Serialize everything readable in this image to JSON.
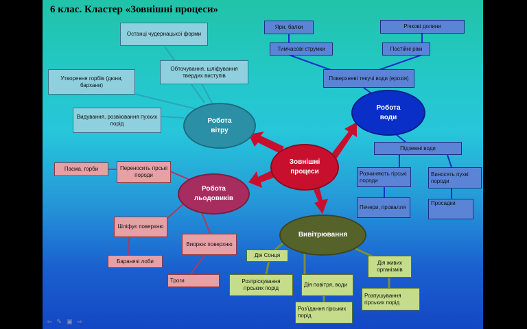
{
  "slide": {
    "title": "6 клас. Кластер «Зовнішні процеси»"
  },
  "center": {
    "label": "Зовнішні\nпроцеси"
  },
  "wind": {
    "label": "Робота\nвітру",
    "items": [
      "Останці чудернацької форми",
      "Обточування, шліфування твердих виступів",
      "Утворення горбів (дюни, бархани)",
      "Видування, розвіювання пухких порід"
    ]
  },
  "water": {
    "label": "Робота\nводи",
    "items": [
      "Яри, балки",
      "Річкові долини",
      "Тимчасові струмки",
      "Постійні ріки",
      "Поверхневі текучі води (ерозія)",
      "Підземні води",
      "Розчиняють гірські породи",
      "Виносять пухкі породи",
      "Печери, провалля",
      "Просадки"
    ]
  },
  "glacier": {
    "label": "Робота\nльодовиків",
    "items": [
      "Пасма, горби",
      "Переносить гірські породи",
      "Шліфує поверхню",
      "Виорює поверхню",
      "Баранячі лоби",
      "Троги"
    ]
  },
  "weathering": {
    "label": "Вивітрювання",
    "items": [
      "Дія Сонця",
      "Дія живих організмів",
      "Розтріскування гірських порід",
      "Дія повітря, води",
      "Розпушування гірських порід",
      "Роз'їдання гірських порід"
    ]
  },
  "colors": {
    "center": "#c8102e",
    "wind": "#2b8fa6",
    "water": "#0a2ec8",
    "glacier": "#a62d5e",
    "weathering": "#55622a",
    "arrow": "#c8102e"
  },
  "controls": [
    "prev-icon",
    "pen-icon",
    "slides-icon",
    "next-icon"
  ]
}
